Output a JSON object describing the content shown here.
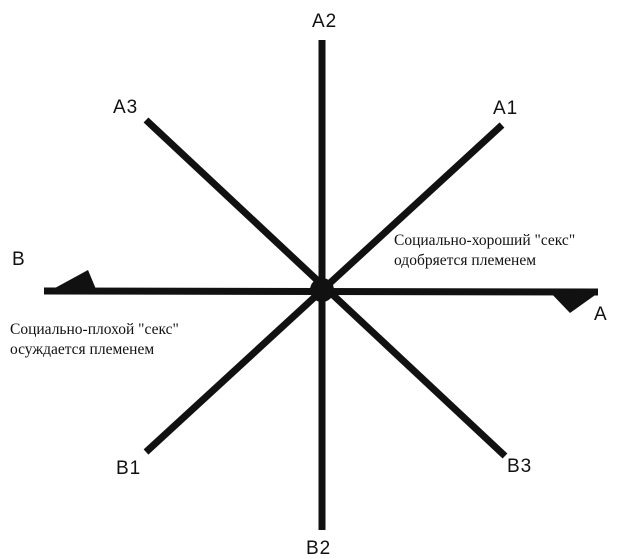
{
  "labels": {
    "A": "A",
    "B": "B",
    "A1": "A1",
    "A2": "A2",
    "A3": "A3",
    "B1": "B1",
    "B2": "B2",
    "B3": "B3"
  },
  "captions": {
    "positive": {
      "line1": "Социально-хороший \"секс\"",
      "line2": "одобряется племенем"
    },
    "negative": {
      "line1": "Социально-плохой \"секс\"",
      "line2": "осуждается племенем"
    }
  },
  "colors": {
    "ink": "#111111",
    "background": "#ffffff"
  }
}
